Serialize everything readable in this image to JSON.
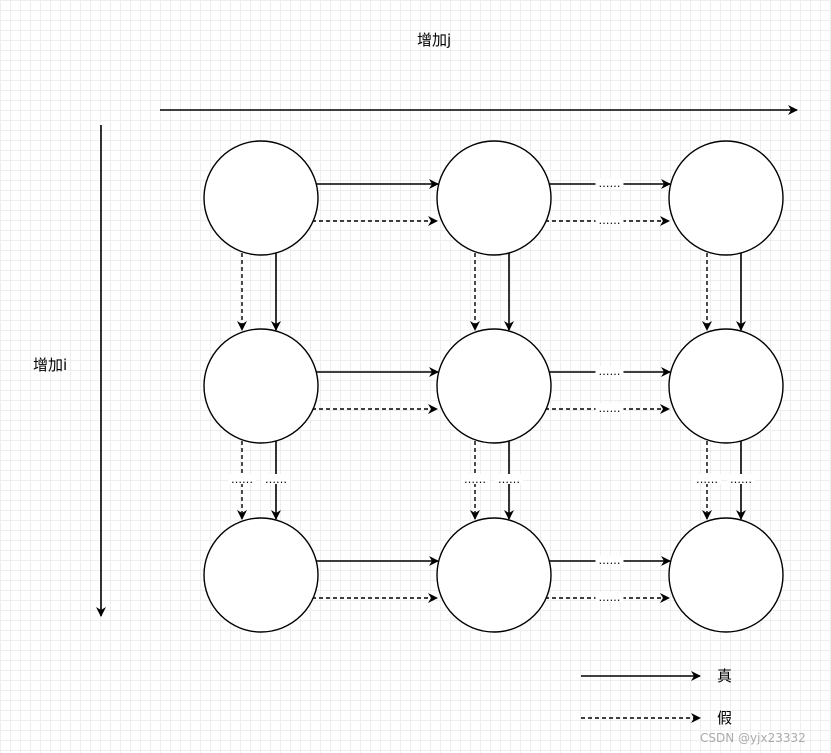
{
  "axis_j_label": "增加j",
  "axis_i_label": "增加i",
  "ellipsis": "……",
  "legend": {
    "solid_label": "真",
    "dashed_label": "假"
  },
  "watermark": "CSDN @yjx23332",
  "grid": {
    "rows": 3,
    "cols": 3
  },
  "colors": {
    "stroke": "#000000",
    "grid": "#eeeeee",
    "background": "#ffffff"
  }
}
